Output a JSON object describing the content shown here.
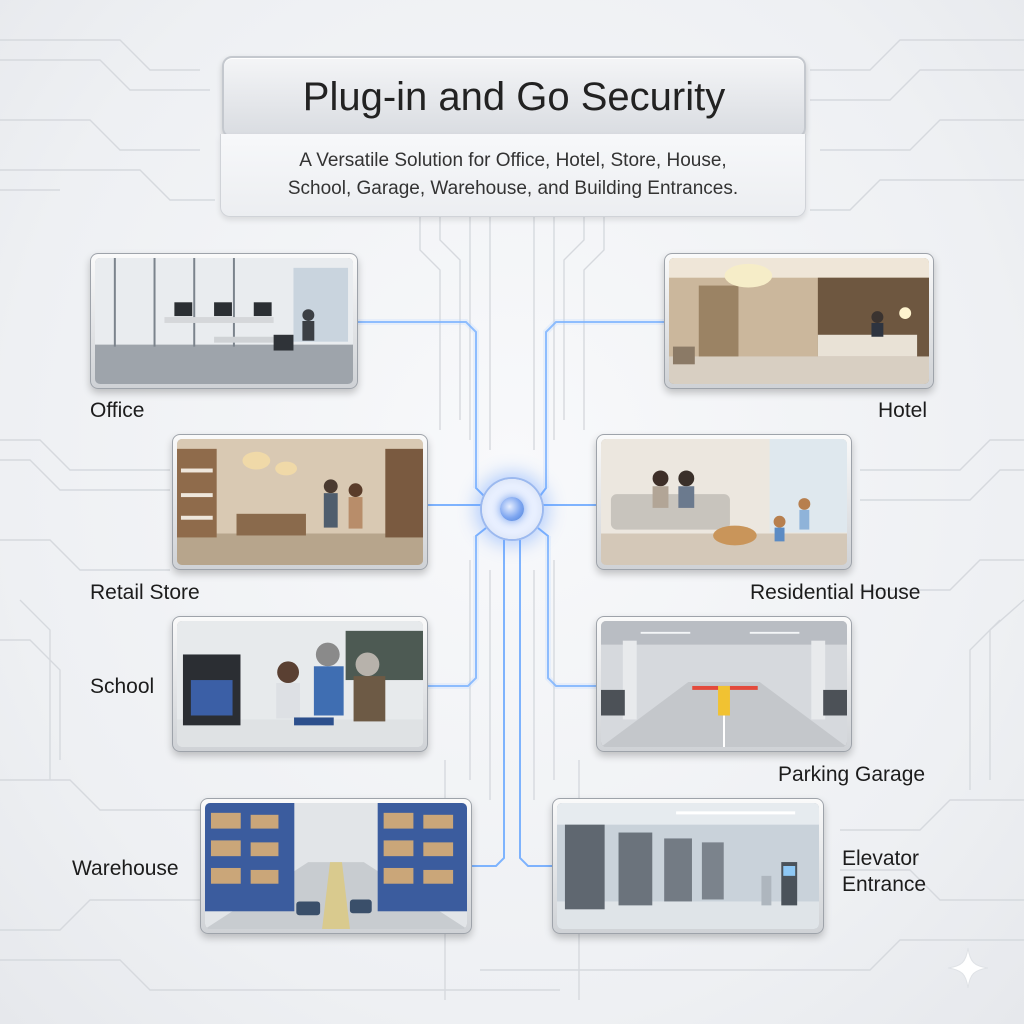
{
  "header": {
    "title": "Plug-in and Go Security",
    "subtitle_line1": "A Versatile Solution for Office, Hotel, Store, House,",
    "subtitle_line2": "School, Garage, Warehouse, and Building Entrances."
  },
  "locations": [
    {
      "label": "Office"
    },
    {
      "label": "Hotel"
    },
    {
      "label": "Retail Store"
    },
    {
      "label": "Residential House"
    },
    {
      "label": "School"
    },
    {
      "label": "Parking Garage"
    },
    {
      "label": "Warehouse"
    },
    {
      "label": "Elevator",
      "label_line2": "Entrance"
    }
  ],
  "colors": {
    "accent": "#5aa0ff",
    "circuit": "#d4d7dc",
    "card_frame": "#cfd2d6"
  },
  "icons": {
    "hub": "security-hub-icon",
    "sparkle": "sparkle-icon"
  }
}
